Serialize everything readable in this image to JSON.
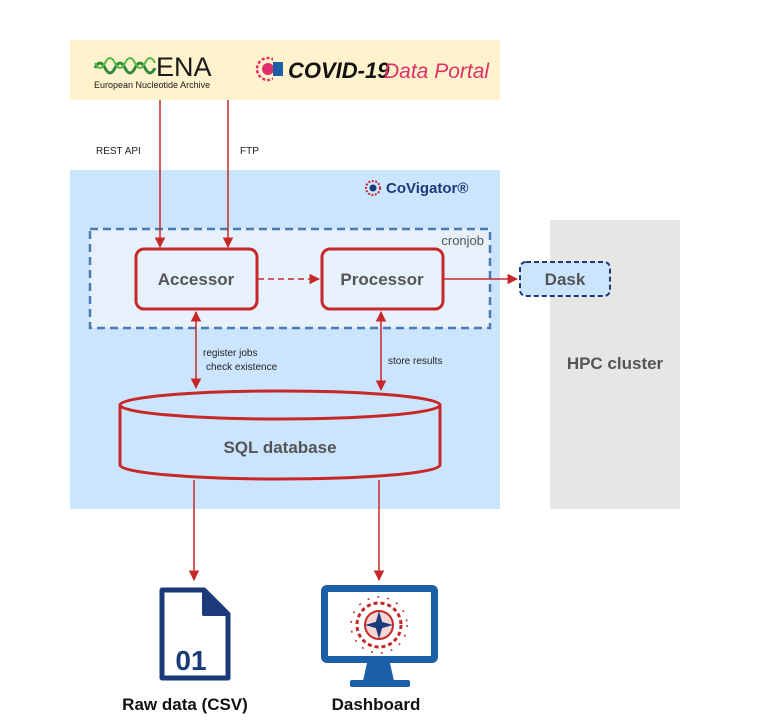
{
  "header": {
    "ena_logo": "ENA",
    "ena_subtitle": "European Nucleotide Archive",
    "portal_logo_a": "COVID-19",
    "portal_logo_b": "Data Portal"
  },
  "links": {
    "rest_api": "REST API",
    "ftp": "FTP"
  },
  "covigator": {
    "brand": "CoVigator®"
  },
  "cronjob": {
    "label": "cronjob"
  },
  "nodes": {
    "accessor": "Accessor",
    "processor": "Processor",
    "dask": "Dask",
    "hpc": "HPC cluster",
    "database": "SQL database"
  },
  "edges": {
    "accessor_db_1": "register jobs",
    "accessor_db_2": "check existence",
    "processor_db": "store results"
  },
  "outputs": {
    "raw_icon_text": "01",
    "raw_label": "Raw data (CSV)",
    "dashboard_label": "Dashboard"
  },
  "colors": {
    "header_bg": "#fff2cc",
    "main_bg": "#cce5ff",
    "cronjob_bg": "#e6f1fb",
    "hpc_bg": "#e6e6e6",
    "accent_red": "#c62828",
    "navy": "#1a3a7a",
    "portal_pink": "#e0306a"
  }
}
